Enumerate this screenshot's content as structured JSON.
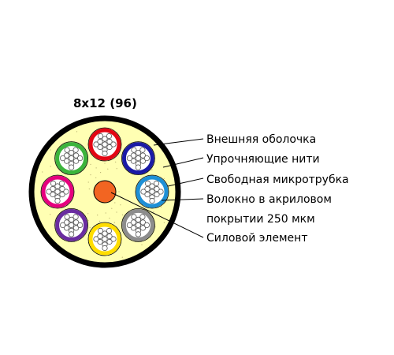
{
  "title": "8x12 (96)",
  "labels": {
    "outer_sheath": "Внешняя оболочка",
    "strength_yarns": "Упрочняющие нити",
    "loose_tube": "Свободная микротрубка",
    "fiber_line1": "Волокно в акриловом",
    "fiber_line2": "покрытии 250 мкм",
    "strength_member": "Силовой элемент"
  },
  "colors": {
    "sheath": "#000000",
    "fill": "#ffffb3",
    "center": "#f26522",
    "tubes": [
      "#e30613",
      "#1a1aa6",
      "#1e90d6",
      "#8c8c8c",
      "#ffdd00",
      "#6a2ca0",
      "#e6007e",
      "#3cb43c"
    ]
  },
  "fiber_count_per_tube": 12
}
